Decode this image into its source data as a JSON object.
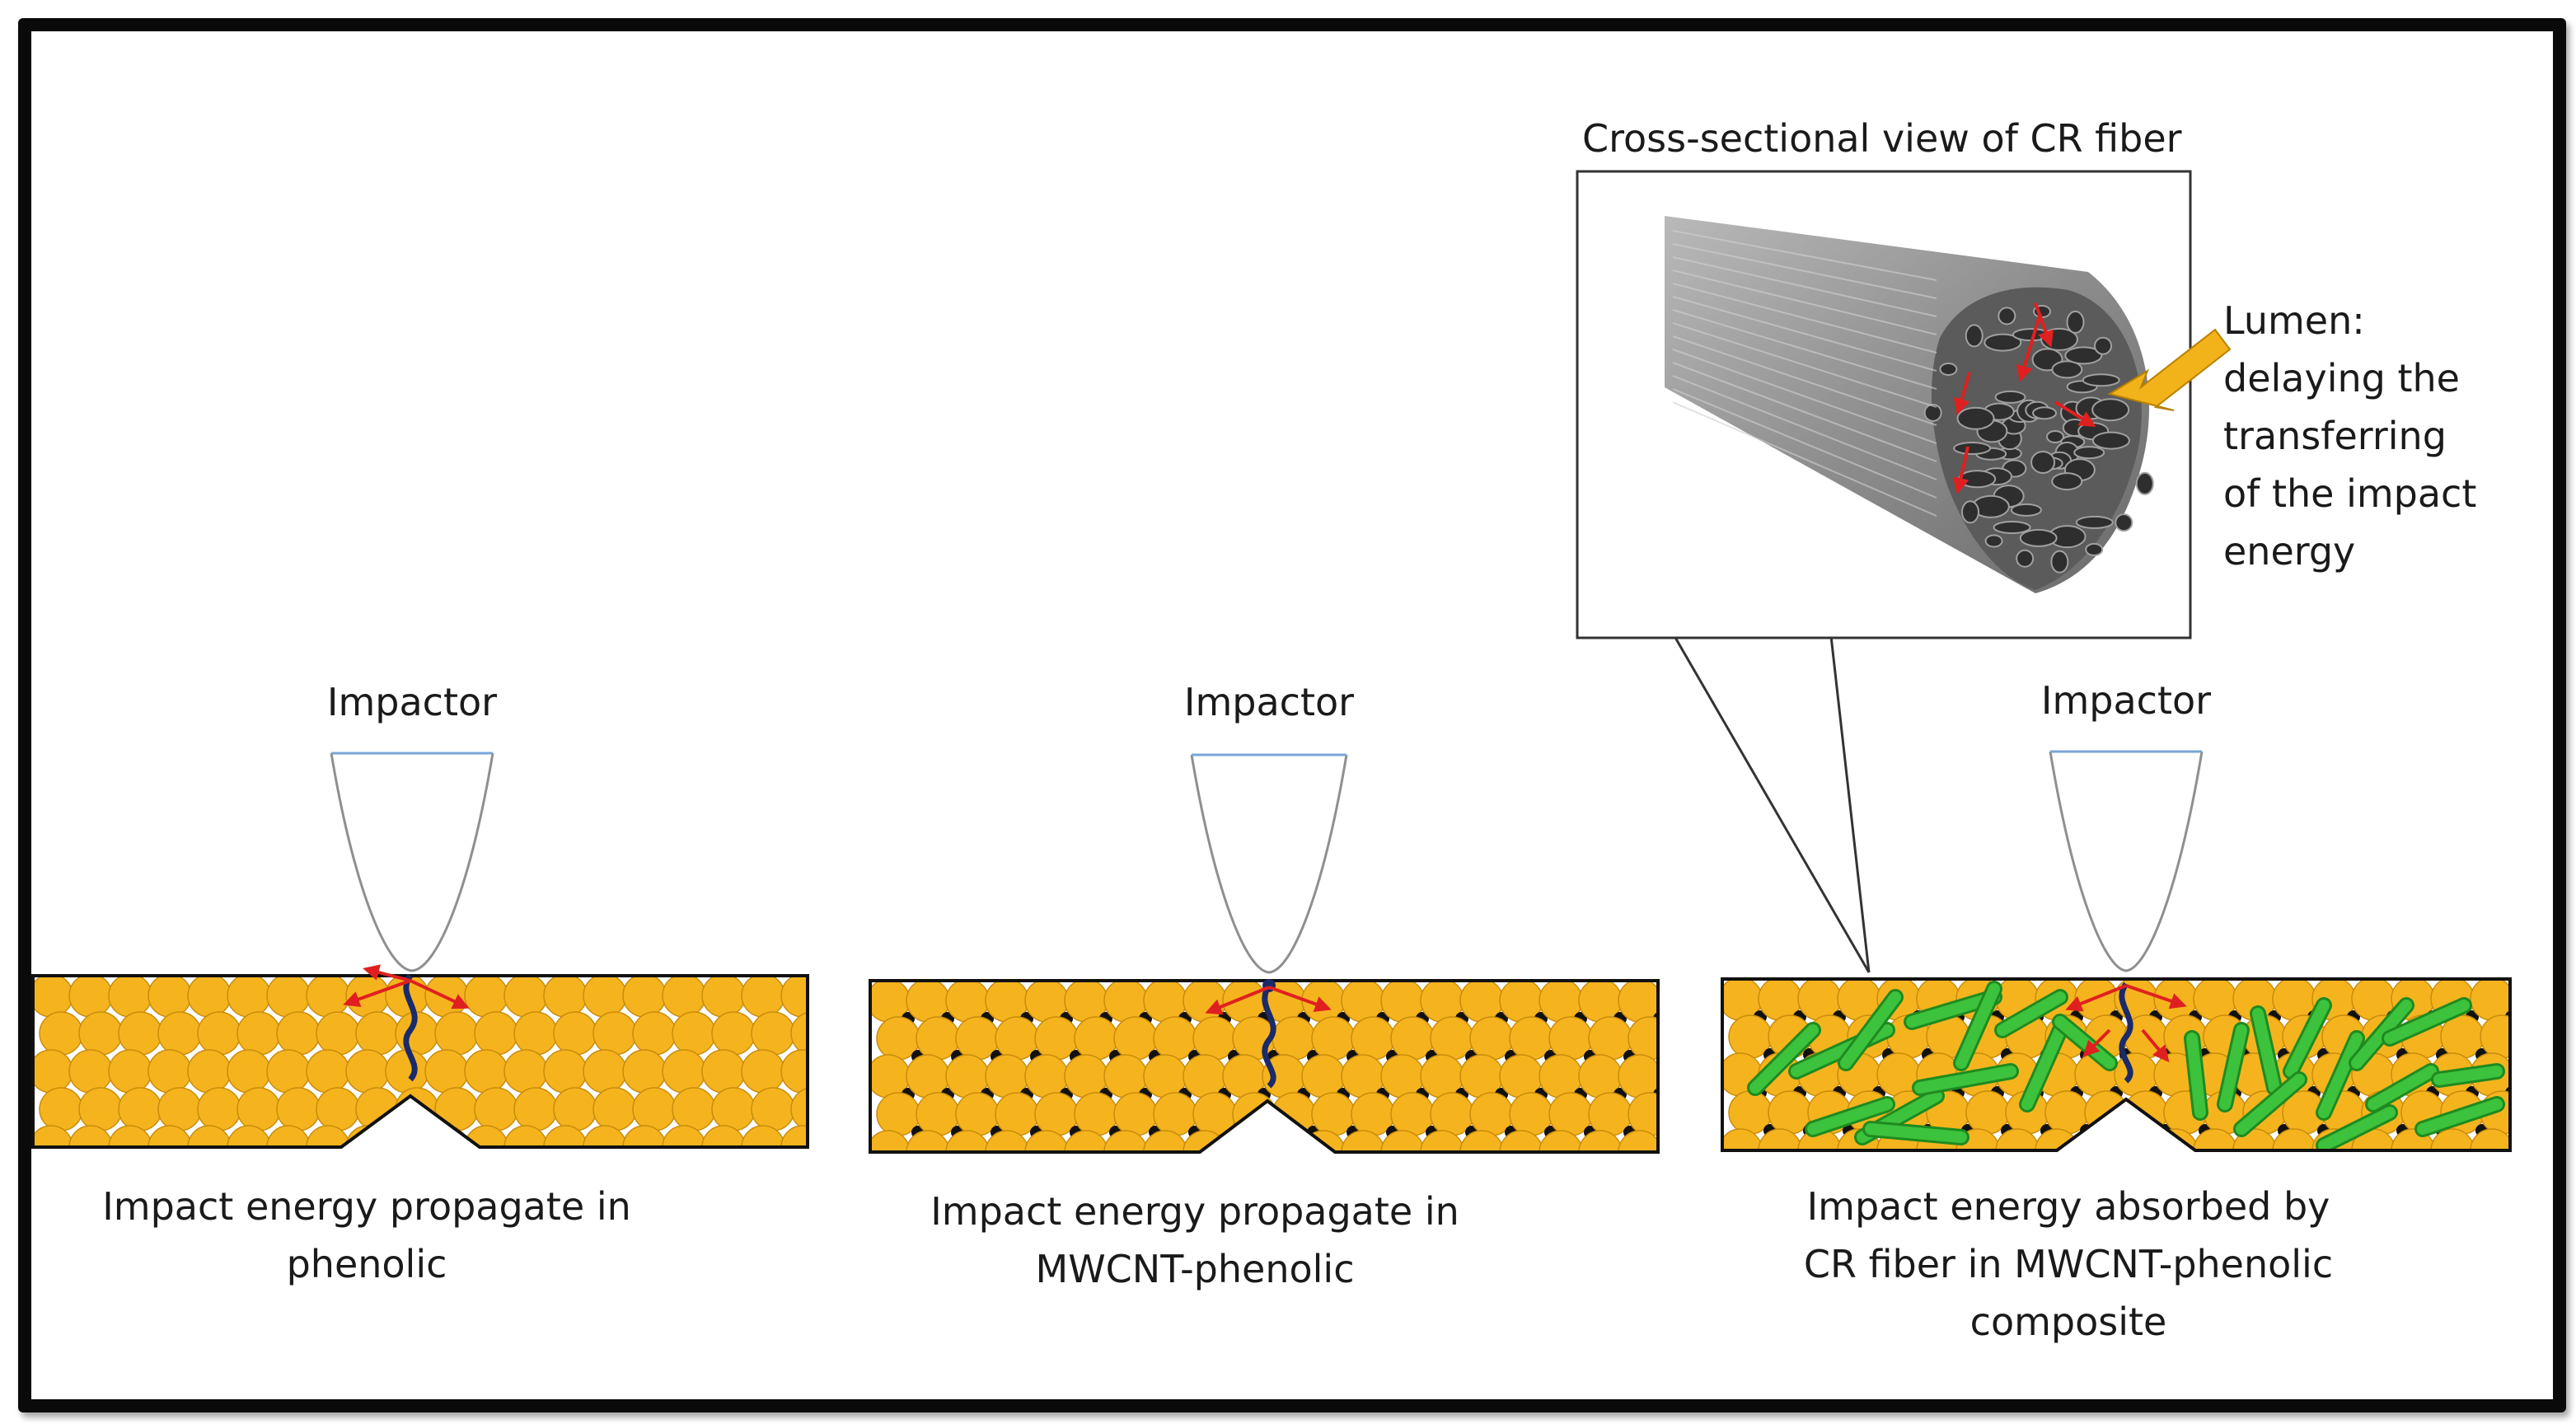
{
  "panels": [
    {
      "impactor_label": "Impactor",
      "caption_line1": "Impact energy propagate in",
      "caption_line2": "phenolic",
      "caption_line3": ""
    },
    {
      "impactor_label": "Impactor",
      "caption_line1": "Impact energy propagate in",
      "caption_line2": "MWCNT-phenolic",
      "caption_line3": ""
    },
    {
      "impactor_label": "Impactor",
      "caption_line1": "Impact energy absorbed by",
      "caption_line2": "CR fiber in MWCNT-phenolic",
      "caption_line3": "composite"
    }
  ],
  "inset": {
    "title": "Cross-sectional view of CR fiber",
    "callout_lines": [
      "Lumen:",
      "delaying the",
      "transferring",
      "of the impact",
      "energy"
    ]
  },
  "colors": {
    "particle": "#f5b41e",
    "particle_edge": "#c98c0a",
    "cnt_dot": "#111111",
    "fiber": "#3cc23c",
    "fiber_edge": "#1f8a1f",
    "crack": "#1a2a6a",
    "arrow": "#e02020",
    "callout_arrow": "#f2b21a",
    "impactor": "#909090",
    "impactor_top": "#7aa6d8"
  }
}
